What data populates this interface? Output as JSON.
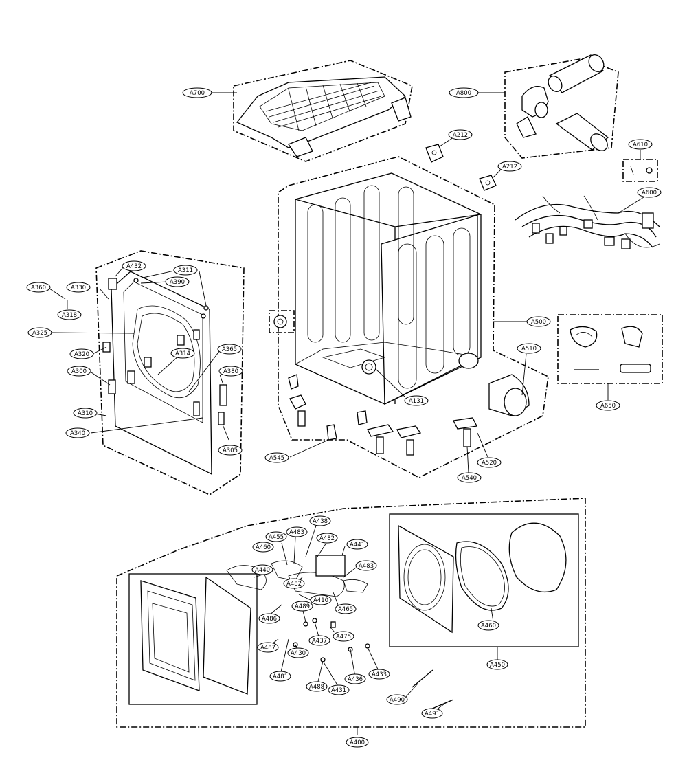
{
  "labels": {
    "A700": "A700",
    "A800": "A800",
    "A212_1": "A212",
    "A212_2": "A212",
    "A610": "A610",
    "A600": "A600",
    "A432": "A432",
    "A311": "A311",
    "A390": "A390",
    "A360": "A360",
    "A330": "A330",
    "A318": "A318",
    "A325": "A325",
    "A320": "A320",
    "A314": "A314",
    "A365": "A365",
    "A300": "A300",
    "A380": "A380",
    "A310": "A310",
    "A340": "A340",
    "A305": "A305",
    "A500": "A500",
    "A510": "A510",
    "A131": "A131",
    "A650": "A650",
    "A545": "A545",
    "A520": "A520",
    "A540": "A540",
    "A455": "A455",
    "A483a": "A483",
    "A438": "A438",
    "A460": "A460",
    "A482": "A482",
    "A441": "A441",
    "A440": "A440",
    "A483b": "A483",
    "A482b": "A482",
    "A410": "A410",
    "A465": "A465",
    "A486": "A486",
    "A489": "A489",
    "A475": "A475",
    "A430": "A430",
    "A437": "A437",
    "A487": "A487",
    "A481": "A481",
    "A436": "A436",
    "A433": "A433",
    "A488": "A488",
    "A431": "A431",
    "A490": "A490",
    "A491": "A491",
    "A450": "A450",
    "A469": "A460",
    "A400": "A400"
  }
}
